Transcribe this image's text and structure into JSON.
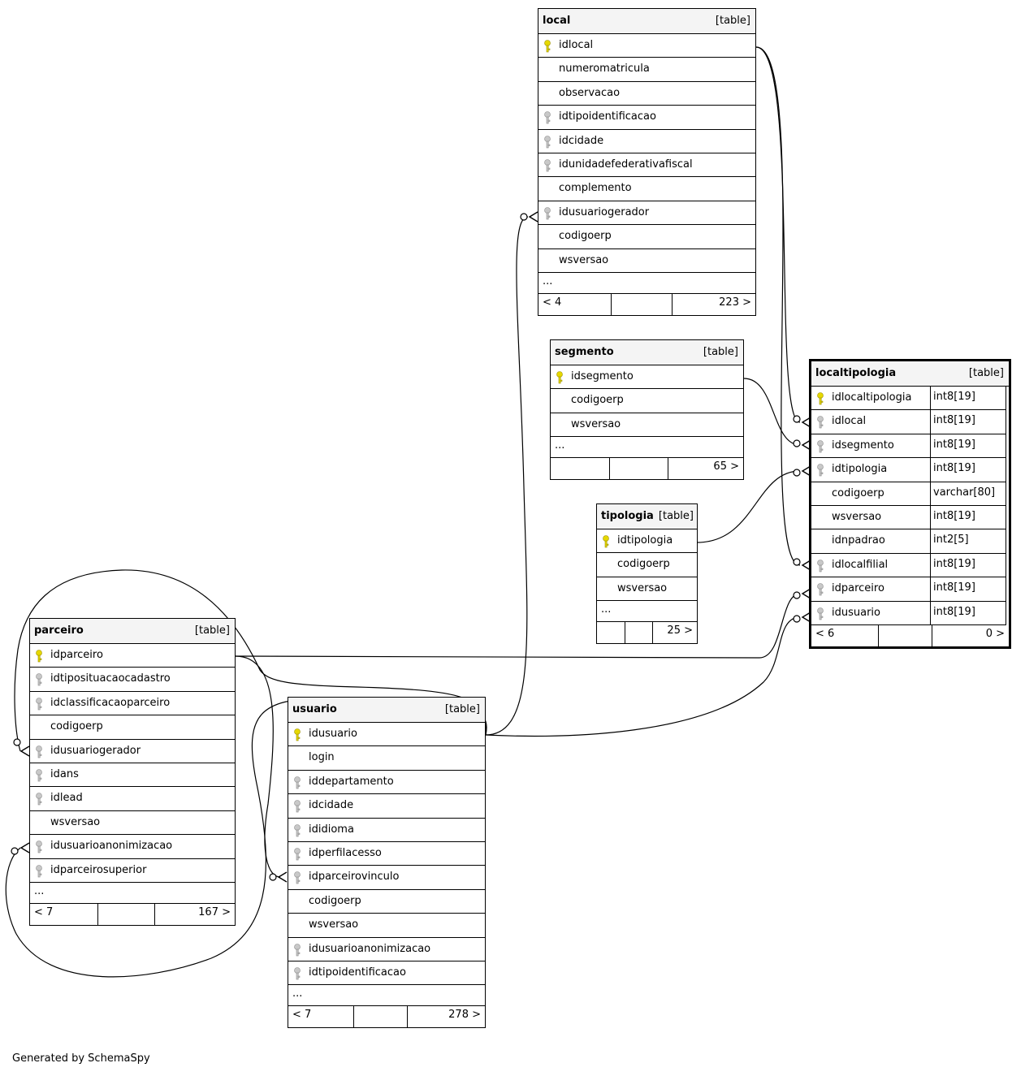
{
  "tables": {
    "local": {
      "name": "local",
      "type": "[table]",
      "columns": [
        {
          "name": "idlocal",
          "key": "pk"
        },
        {
          "name": "numeromatricula",
          "key": ""
        },
        {
          "name": "observacao",
          "key": ""
        },
        {
          "name": "idtipoidentificacao",
          "key": "fk"
        },
        {
          "name": "idcidade",
          "key": "fk"
        },
        {
          "name": "idunidadefederativafiscal",
          "key": "fk"
        },
        {
          "name": "complemento",
          "key": ""
        },
        {
          "name": "idusuariogerador",
          "key": "fk"
        },
        {
          "name": "codigoerp",
          "key": ""
        },
        {
          "name": "wsversao",
          "key": ""
        }
      ],
      "ellipsis": "...",
      "footer": {
        "left": "< 4",
        "right": "223 >"
      }
    },
    "segmento": {
      "name": "segmento",
      "type": "[table]",
      "columns": [
        {
          "name": "idsegmento",
          "key": "pk"
        },
        {
          "name": "codigoerp",
          "key": ""
        },
        {
          "name": "wsversao",
          "key": ""
        }
      ],
      "ellipsis": "...",
      "footer": {
        "left": "",
        "right": "65 >"
      }
    },
    "tipologia": {
      "name": "tipologia",
      "type": "[table]",
      "columns": [
        {
          "name": "idtipologia",
          "key": "pk"
        },
        {
          "name": "codigoerp",
          "key": ""
        },
        {
          "name": "wsversao",
          "key": ""
        }
      ],
      "ellipsis": "...",
      "footer": {
        "left": "",
        "right": "25 >"
      }
    },
    "localtipologia": {
      "name": "localtipologia",
      "type": "[table]",
      "columns": [
        {
          "name": "idlocaltipologia",
          "key": "pk",
          "type": "int8[19]"
        },
        {
          "name": "idlocal",
          "key": "fk",
          "type": "int8[19]"
        },
        {
          "name": "idsegmento",
          "key": "fk",
          "type": "int8[19]"
        },
        {
          "name": "idtipologia",
          "key": "fk",
          "type": "int8[19]"
        },
        {
          "name": "codigoerp",
          "key": "",
          "type": "varchar[80]"
        },
        {
          "name": "wsversao",
          "key": "",
          "type": "int8[19]"
        },
        {
          "name": "idnpadrao",
          "key": "",
          "type": "int2[5]"
        },
        {
          "name": "idlocalfilial",
          "key": "fk",
          "type": "int8[19]"
        },
        {
          "name": "idparceiro",
          "key": "fk",
          "type": "int8[19]"
        },
        {
          "name": "idusuario",
          "key": "fk",
          "type": "int8[19]"
        }
      ],
      "footer": {
        "left": "< 6",
        "right": "0 >"
      }
    },
    "parceiro": {
      "name": "parceiro",
      "type": "[table]",
      "columns": [
        {
          "name": "idparceiro",
          "key": "pk"
        },
        {
          "name": "idtiposituacaocadastro",
          "key": "fk"
        },
        {
          "name": "idclassificacaoparceiro",
          "key": "fk"
        },
        {
          "name": "codigoerp",
          "key": ""
        },
        {
          "name": "idusuariogerador",
          "key": "fk"
        },
        {
          "name": "idans",
          "key": "fk"
        },
        {
          "name": "idlead",
          "key": "fk"
        },
        {
          "name": "wsversao",
          "key": ""
        },
        {
          "name": "idusuarioanonimizacao",
          "key": "fk"
        },
        {
          "name": "idparceirosuperior",
          "key": "fk"
        }
      ],
      "ellipsis": "...",
      "footer": {
        "left": "< 7",
        "right": "167 >"
      }
    },
    "usuario": {
      "name": "usuario",
      "type": "[table]",
      "columns": [
        {
          "name": "idusuario",
          "key": "pk"
        },
        {
          "name": "login",
          "key": ""
        },
        {
          "name": "iddepartamento",
          "key": "fk"
        },
        {
          "name": "idcidade",
          "key": "fk"
        },
        {
          "name": "ididioma",
          "key": "fk"
        },
        {
          "name": "idperfilacesso",
          "key": "fk"
        },
        {
          "name": "idparceirovinculo",
          "key": "fk"
        },
        {
          "name": "codigoerp",
          "key": ""
        },
        {
          "name": "wsversao",
          "key": ""
        },
        {
          "name": "idusuarioanonimizacao",
          "key": "fk"
        },
        {
          "name": "idtipoidentificacao",
          "key": "fk"
        }
      ],
      "ellipsis": "...",
      "footer": {
        "left": "< 7",
        "right": "278 >"
      }
    }
  },
  "credit": "Generated by SchemaSpy"
}
